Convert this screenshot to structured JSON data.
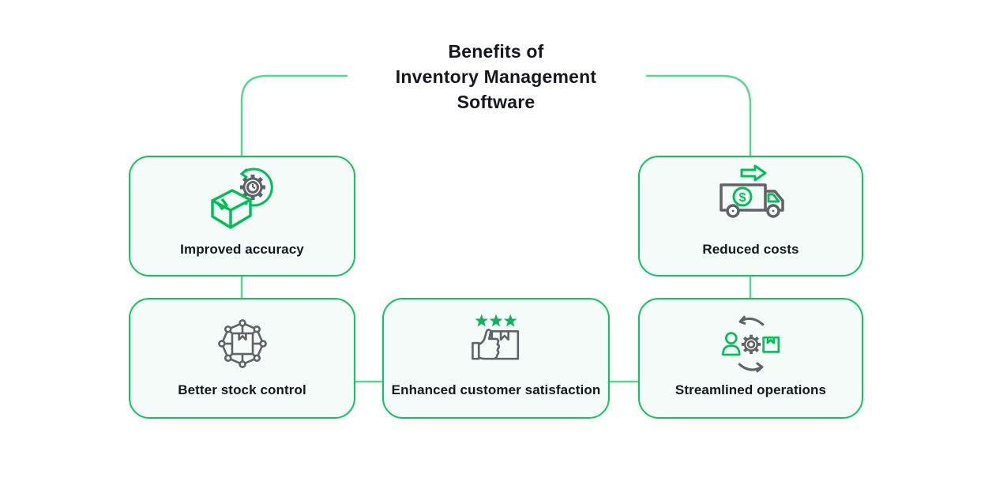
{
  "title": {
    "lines": [
      "Benefits of",
      "Inventory Management",
      "Software"
    ]
  },
  "cards": [
    {
      "label": "Improved accuracy",
      "icon": "package-gear-clock-icon"
    },
    {
      "label": "Reduced costs",
      "icon": "truck-dollar-icon"
    },
    {
      "label": "Better stock control",
      "icon": "distribution-network-icon"
    },
    {
      "label": "Enhanced customer satisfaction",
      "icon": "thumbs-up-rating-icon"
    },
    {
      "label": "Streamlined operations",
      "icon": "person-gear-package-cycle-icon"
    }
  ],
  "icons": {
    "truck_currency_symbol": "$",
    "rating_star_count": 3
  },
  "colors": {
    "card_border_green": "#0cc55f",
    "card_fill": "#f5fbf8",
    "connector_green": "#58d78f",
    "icon_green": "#00bf57",
    "icon_gray": "#5f6368",
    "star_green": "#0eb45c",
    "text_dark": "#15161e",
    "background": "#ffffff"
  }
}
